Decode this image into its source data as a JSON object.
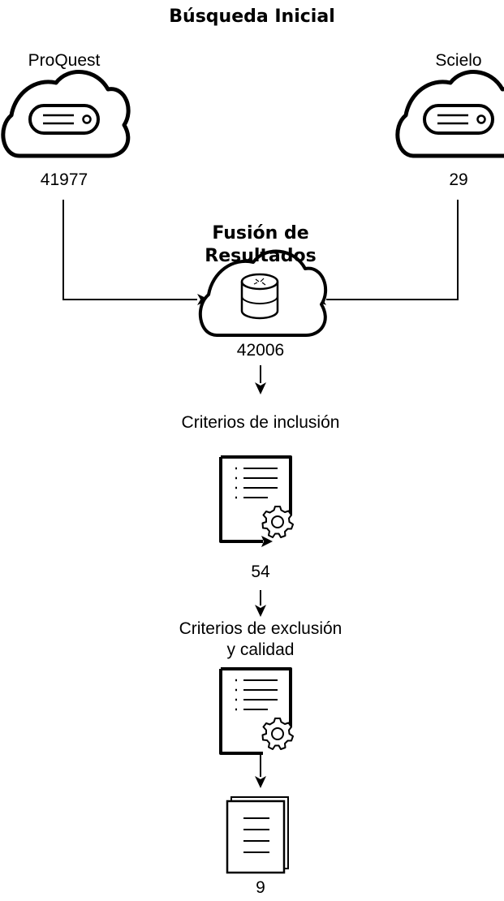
{
  "title": "Búsqueda Inicial",
  "sources": [
    {
      "name": "ProQuest",
      "count": "41977",
      "icon": "cloud-storage-icon"
    },
    {
      "name": "Scielo",
      "count": "29",
      "icon": "cloud-storage-icon"
    }
  ],
  "merge": {
    "title_line1": "Fusión de",
    "title_line2": "Resultados",
    "count": "42006",
    "icon": "cloud-database-icon"
  },
  "inclusion": {
    "label": "Criterios de inclusión",
    "count": "54",
    "icon": "document-settings-icon"
  },
  "exclusion": {
    "label_line1": "Criterios de exclusión",
    "label_line2": "y calidad",
    "icon": "document-settings-icon"
  },
  "final": {
    "count": "9",
    "icon": "documents-stack-icon"
  },
  "colors": {
    "stroke": "#000000",
    "background": "#ffffff"
  }
}
